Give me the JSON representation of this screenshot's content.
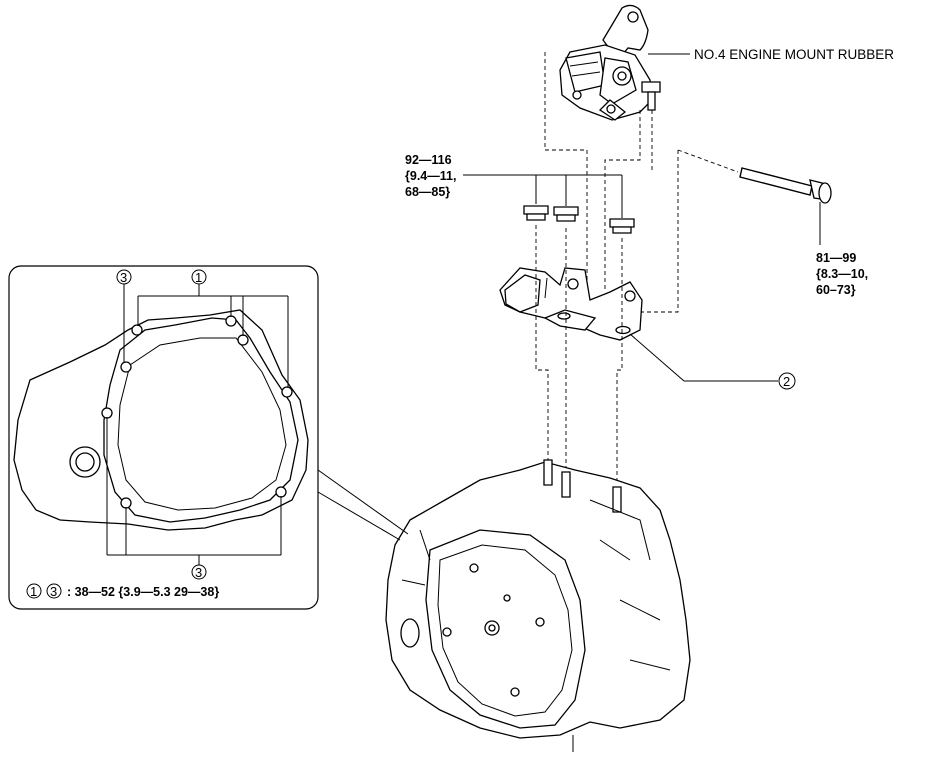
{
  "labels": {
    "engine_mount_rubber": "NO.4 ENGINE MOUNT RUBBER",
    "nut_torque_line1": "92—116",
    "nut_torque_line2": "{9.4—11,",
    "nut_torque_line3": "68—85}",
    "bolt_torque_line1": "81—99",
    "bolt_torque_line2": "{8.3—10,",
    "bolt_torque_line3": "60–73}",
    "callout_2": "2",
    "inset_callout_1_top": "1",
    "inset_callout_3_top": "3",
    "inset_callout_3_bottom": "3",
    "legend_circle_1": "1",
    "legend_circle_3": "3",
    "legend_text": ": 38—52 {3.9—5.3 29—38}"
  }
}
